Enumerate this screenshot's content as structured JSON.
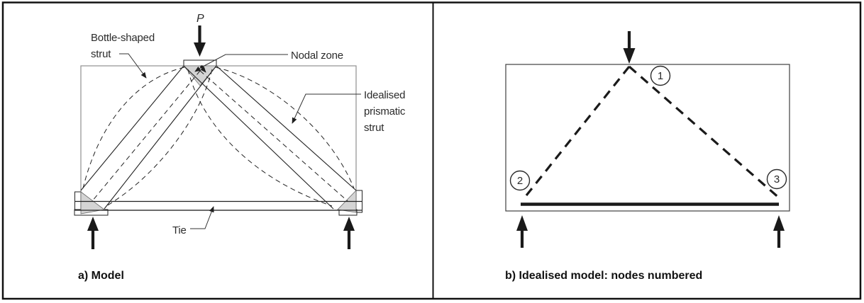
{
  "panel_a": {
    "caption": "a) Model",
    "load_label": "P",
    "labels": {
      "bottle_line1": "Bottle-shaped",
      "bottle_line2": "strut",
      "nodal_zone": "Nodal zone",
      "idealised_line1": "Idealised",
      "idealised_line2": "prismatic",
      "idealised_line3": "strut",
      "tie": "Tie"
    }
  },
  "panel_b": {
    "caption": "b) Idealised model: nodes numbered",
    "node_1": "1",
    "node_2": "2",
    "node_3": "3"
  },
  "colors": {
    "line": "#1f1f1f",
    "beam_outline": "#8f8f8f",
    "nodal_zone_fill": "#d4d4d4",
    "background": "#ffffff"
  }
}
